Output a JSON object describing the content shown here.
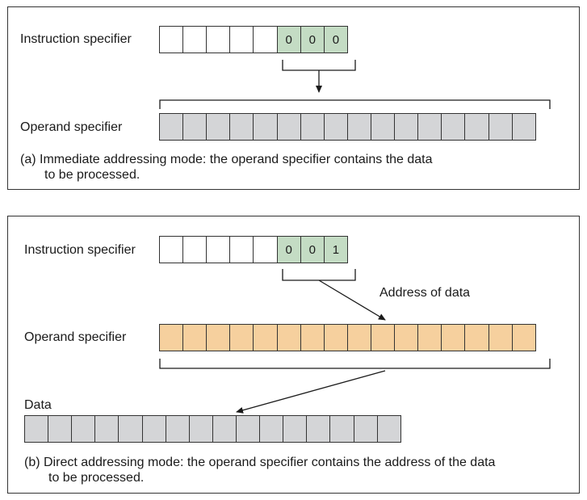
{
  "panel_a": {
    "instruction_label": "Instruction specifier",
    "instruction_bits": [
      "",
      "",
      "",
      "",
      "",
      "0",
      "0",
      "0"
    ],
    "operand_label": "Operand specifier",
    "operand_cells": 16,
    "caption_line1": "(a) Immediate addressing mode: the operand specifier contains the data",
    "caption_line2": "to be processed."
  },
  "panel_b": {
    "instruction_label": "Instruction specifier",
    "instruction_bits": [
      "",
      "",
      "",
      "",
      "",
      "0",
      "0",
      "1"
    ],
    "address_label": "Address of data",
    "operand_label": "Operand specifier",
    "operand_cells": 16,
    "data_label": "Data",
    "data_cells": 16,
    "caption_line1": "(b) Direct addressing mode: the operand specifier contains the address of the data",
    "caption_line2": "to be processed."
  },
  "colors": {
    "mode_bits": "#c4dcc4",
    "operand_immediate": "#d4d5d7",
    "operand_direct": "#f6d09e",
    "data": "#d4d5d7"
  }
}
